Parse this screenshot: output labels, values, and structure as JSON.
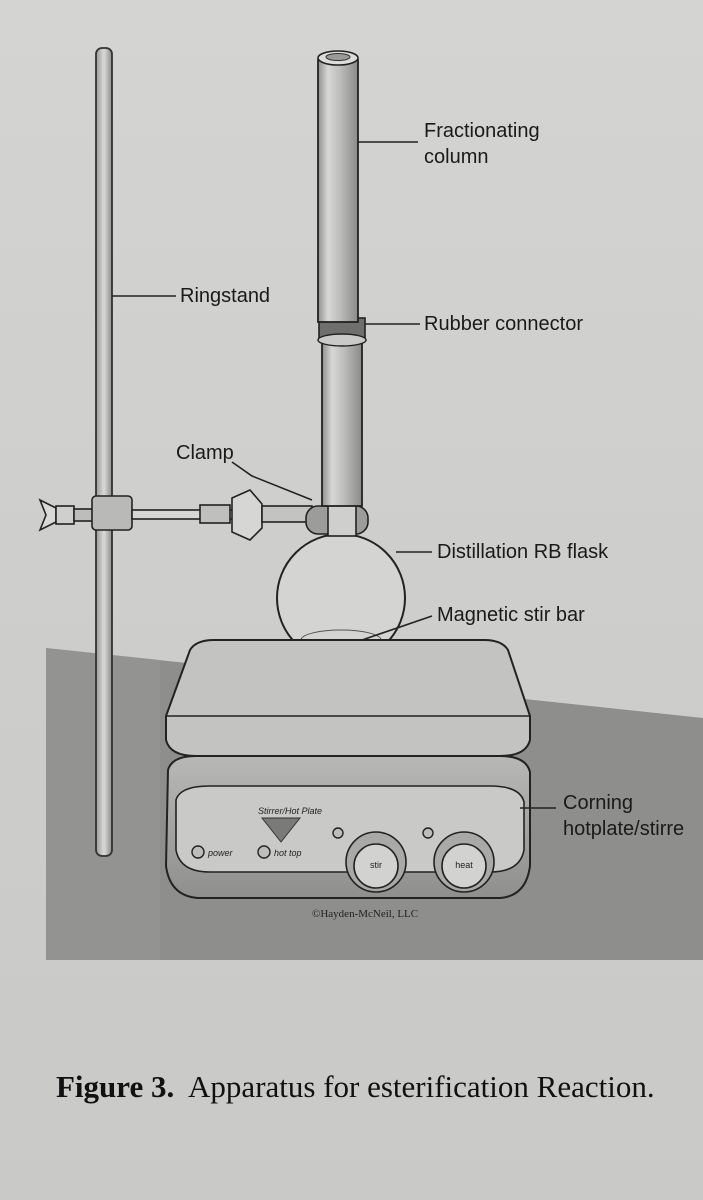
{
  "labels": {
    "fractionating_column": "Fractionating\ncolumn",
    "ringstand": "Ringstand",
    "rubber_connector": "Rubber connector",
    "clamp": "Clamp",
    "distillation_flask": "Distillation RB flask",
    "stir_bar": "Magnetic stir bar",
    "hotplate": "Corning\nhotplate/stirre"
  },
  "device": {
    "name": "Stirrer/Hot Plate",
    "power": "power",
    "hot_top": "hot top",
    "stir_knob": "stir",
    "heat_knob": "heat"
  },
  "copyright": "©Hayden-McNeil, LLC",
  "caption": {
    "number": "Figure 3.",
    "text": "Apparatus for esterification Reaction."
  }
}
